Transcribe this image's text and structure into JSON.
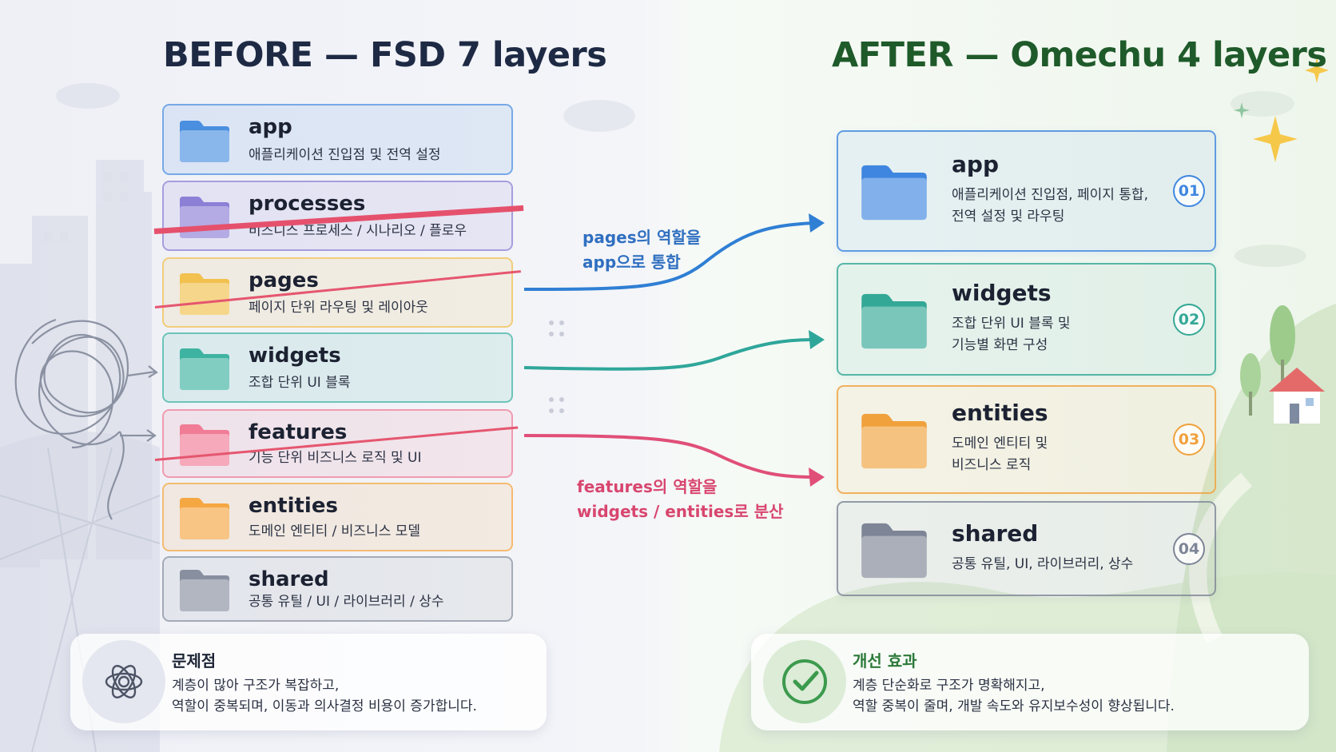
{
  "before": {
    "title": "BEFORE — FSD 7 layers",
    "layers": [
      {
        "name": "app",
        "desc": "애플리케이션 진입점 및 전역 설정",
        "icon": "folder-blue-icon",
        "color": "#4a8fe0"
      },
      {
        "name": "processes",
        "desc": "비즈니스 프로세스 / 시나리오 / 플로우",
        "icon": "folder-purple-icon",
        "color": "#8c7fd6"
      },
      {
        "name": "pages",
        "desc": "페이지 단위 라우팅 및 레이아웃",
        "icon": "folder-yellow-icon",
        "color": "#f2c14e"
      },
      {
        "name": "widgets",
        "desc": "조합 단위 UI 블록",
        "icon": "folder-teal-icon",
        "color": "#3fb3a2"
      },
      {
        "name": "features",
        "desc": "기능 단위 비즈니스 로직 및 UI",
        "icon": "folder-pink-icon",
        "color": "#f07c96"
      },
      {
        "name": "entities",
        "desc": "도메인 엔티티 / 비즈니스 모델",
        "icon": "folder-orange-icon",
        "color": "#f5a742"
      },
      {
        "name": "shared",
        "desc": "공통 유틸 / UI / 라이브러리 / 상수",
        "icon": "folder-gray-icon",
        "color": "#8890a0"
      }
    ]
  },
  "after": {
    "title": "AFTER — Omechu 4 layers",
    "layers": [
      {
        "name": "app",
        "desc1": "애플리케이션 진입점, 페이지 통합,",
        "desc2": "전역 설정 및 라우팅",
        "badge": "01",
        "icon": "folder-blue-icon",
        "color": "#3f86e0"
      },
      {
        "name": "widgets",
        "desc1": "조합 단위 UI 블록 및",
        "desc2": "기능별 화면 구성",
        "badge": "02",
        "icon": "folder-teal-icon",
        "color": "#34a896"
      },
      {
        "name": "entities",
        "desc1": "도메인 엔티티 및",
        "desc2": "비즈니스 로직",
        "badge": "03",
        "icon": "folder-orange-icon",
        "color": "#f0a13c"
      },
      {
        "name": "shared",
        "desc1": "공통 유틸, UI, 라이브러리, 상수",
        "desc2": "",
        "badge": "04",
        "icon": "folder-gray-icon",
        "color": "#7d8596"
      }
    ]
  },
  "notes": {
    "pages_line1": "pages의 역할을",
    "pages_line2": "app으로 통합",
    "features_line1": "features의 역할을",
    "features_line2": "widgets / entities로 분산"
  },
  "problem": {
    "title": "문제점",
    "line1": "계층이 많아 구조가 복잡하고,",
    "line2": "역할이 중복되며, 이동과 의사결정 비용이 증가합니다.",
    "icon": "tangled-knot-icon"
  },
  "improvement": {
    "title": "개선 효과",
    "line1": "계층 단순화로 구조가 명확해지고,",
    "line2": "역할 중복이 줄며, 개발 속도와 유지보수성이 향상됩니다.",
    "icon": "check-circle-icon"
  },
  "colors": {
    "blue_arrow": "#2f7fd4",
    "teal_arrow": "#2fa69a",
    "pink_arrow": "#e04f78",
    "strike": "#e5566f"
  }
}
